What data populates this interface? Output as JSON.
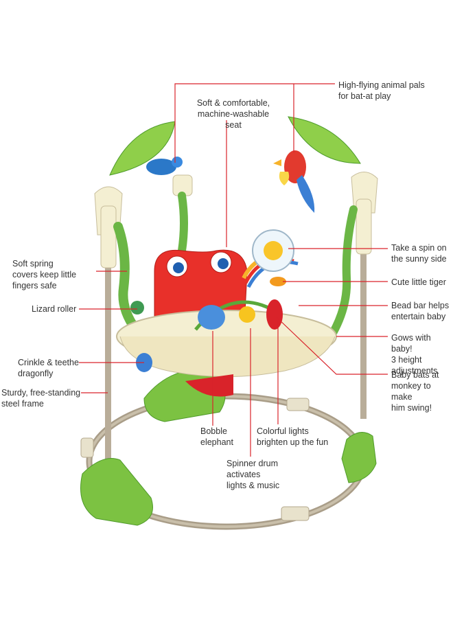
{
  "callouts": {
    "animal_pals": "High-flying animal pals\nfor bat-at play",
    "seat": "Soft & comfortable,\nmachine-washable seat",
    "soft_spring": "Soft spring\ncovers keep little\nfingers safe",
    "lizard_roller": "Lizard roller",
    "crinkle_dragonfly": "Crinkle & teethe\ndragonfly",
    "frame": "Sturdy, free-standing\nsteel frame",
    "sunny_side": "Take a spin on\nthe sunny side",
    "tiger": "Cute little tiger",
    "bead_bar": "Bead bar helps\nentertain baby",
    "height": "Gows with baby!\n3 height\nadjustments",
    "monkey": "Baby bats at\nmonkey to make\nhim swing!",
    "elephant": "Bobble\nelephant",
    "lights": "Colorful lights\nbrighten up the fun",
    "spinner": "Spinner drum\nactivates\nlights & music"
  },
  "colors": {
    "leader_line": "#d9232a",
    "text": "#333333",
    "frame_pole": "#b9ad99",
    "base_green": "#7cc242",
    "seat_red": "#e8302a",
    "tray_cream": "#f4efd2",
    "leaf_green": "#5aa83a"
  }
}
